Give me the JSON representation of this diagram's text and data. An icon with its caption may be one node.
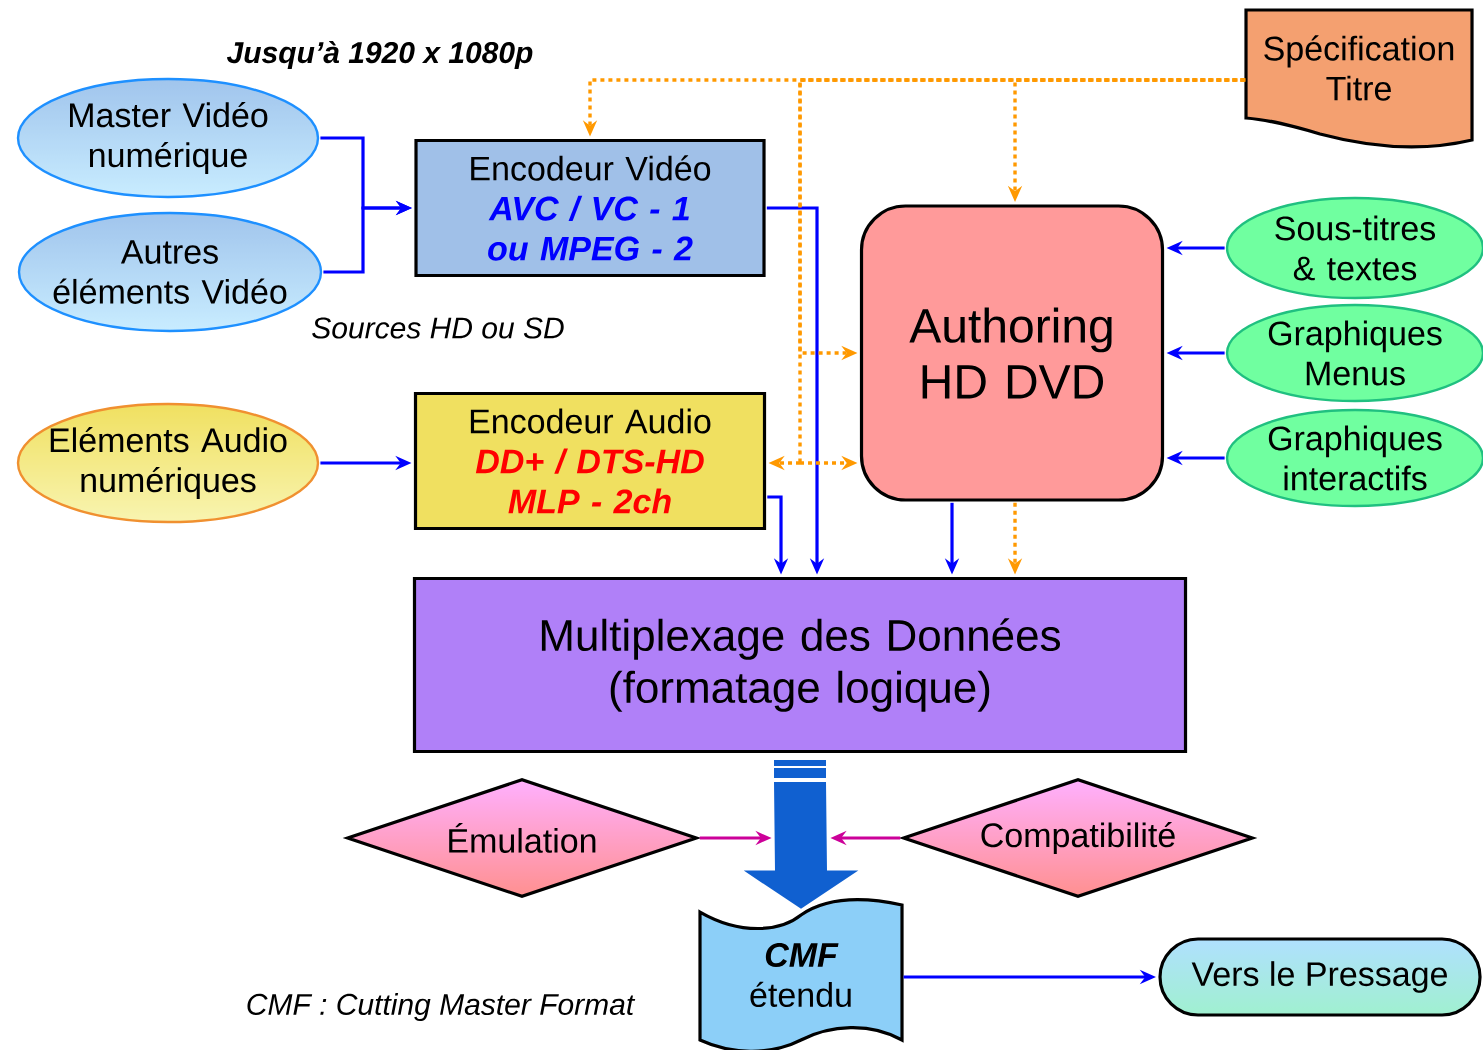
{
  "diagram": {
    "nodes": [
      {
        "text": [
          "Master Vidéo numérique"
        ]
      },
      {
        "text": [
          "Autres éléments Vidéo"
        ]
      },
      {
        "text": [
          "Encodeur Vidéo",
          "AVC / VC - 1 ou MPEG - 2"
        ]
      },
      {
        "text": [
          "Spécification Titre"
        ]
      },
      {
        "text": [
          "Authoring HD DVD"
        ]
      },
      {
        "text": [
          "Sous-titres & textes"
        ]
      },
      {
        "text": [
          "Graphiques Menus"
        ]
      },
      {
        "text": [
          "Graphiques interactifs"
        ]
      },
      {
        "text": [
          "Eléments Audio numériques"
        ]
      },
      {
        "text": [
          "Encodeur Audio",
          "DD+ / DTS-HD MLP - 2ch"
        ]
      },
      {
        "text": [
          "Multiplexage des Données (formatage logique)"
        ]
      },
      {
        "text": [
          "Émulation"
        ]
      },
      {
        "text": [
          "Compatibilité"
        ]
      },
      {
        "text": [
          "CMF",
          "étendu"
        ]
      },
      {
        "text": [
          "Vers le Pressage"
        ]
      }
    ],
    "edges": [
      {
        "from": 0,
        "to": 2,
        "arrow": "to"
      },
      {
        "from": 1,
        "to": 2,
        "arrow": "to"
      },
      {
        "from": 2,
        "to": 10,
        "arrow": "to"
      },
      {
        "from": 3,
        "to": 2,
        "arrow": "to",
        "style": "dashed",
        "color": "#ff9900"
      },
      {
        "from": 3,
        "to": 4,
        "arrow": "to",
        "style": "dashed",
        "color": "#ff9900"
      },
      {
        "from": 3,
        "to": 4,
        "arrow": "to",
        "style": "dashed",
        "color": "#ff9900"
      },
      {
        "from": 3,
        "to": 4,
        "arrow": "to",
        "style": "dashed",
        "color": "#ff9900"
      },
      {
        "from": 3,
        "to": 9,
        "arrow": "to",
        "style": "dashed",
        "color": "#ff9900"
      },
      {
        "from": 4,
        "to": 10,
        "arrow": "to"
      },
      {
        "from": 4,
        "to": 10,
        "arrow": "to",
        "style": "dashed",
        "color": "#ff9900"
      },
      {
        "from": 5,
        "to": 4,
        "arrow": "to"
      },
      {
        "from": 6,
        "to": 4,
        "arrow": "to"
      },
      {
        "from": 7,
        "to": 4,
        "arrow": "to"
      },
      {
        "from": 8,
        "to": 9,
        "arrow": "to"
      },
      {
        "from": 9,
        "to": 10,
        "arrow": "to"
      },
      {
        "from": 10,
        "to": 13,
        "arrow": "to",
        "style": "thick",
        "color": "#1060d0"
      },
      {
        "from": 11,
        "to": null,
        "arrow": "to",
        "color": "#cc0099"
      },
      {
        "from": 12,
        "to": null,
        "arrow": "to",
        "color": "#cc0099"
      },
      {
        "from": 13,
        "to": 14,
        "arrow": "to"
      }
    ],
    "labels": [
      "Jusqu’à 1920 x 1080p",
      "Sources HD ou SD",
      "CMF : Cutting Master Format"
    ]
  }
}
